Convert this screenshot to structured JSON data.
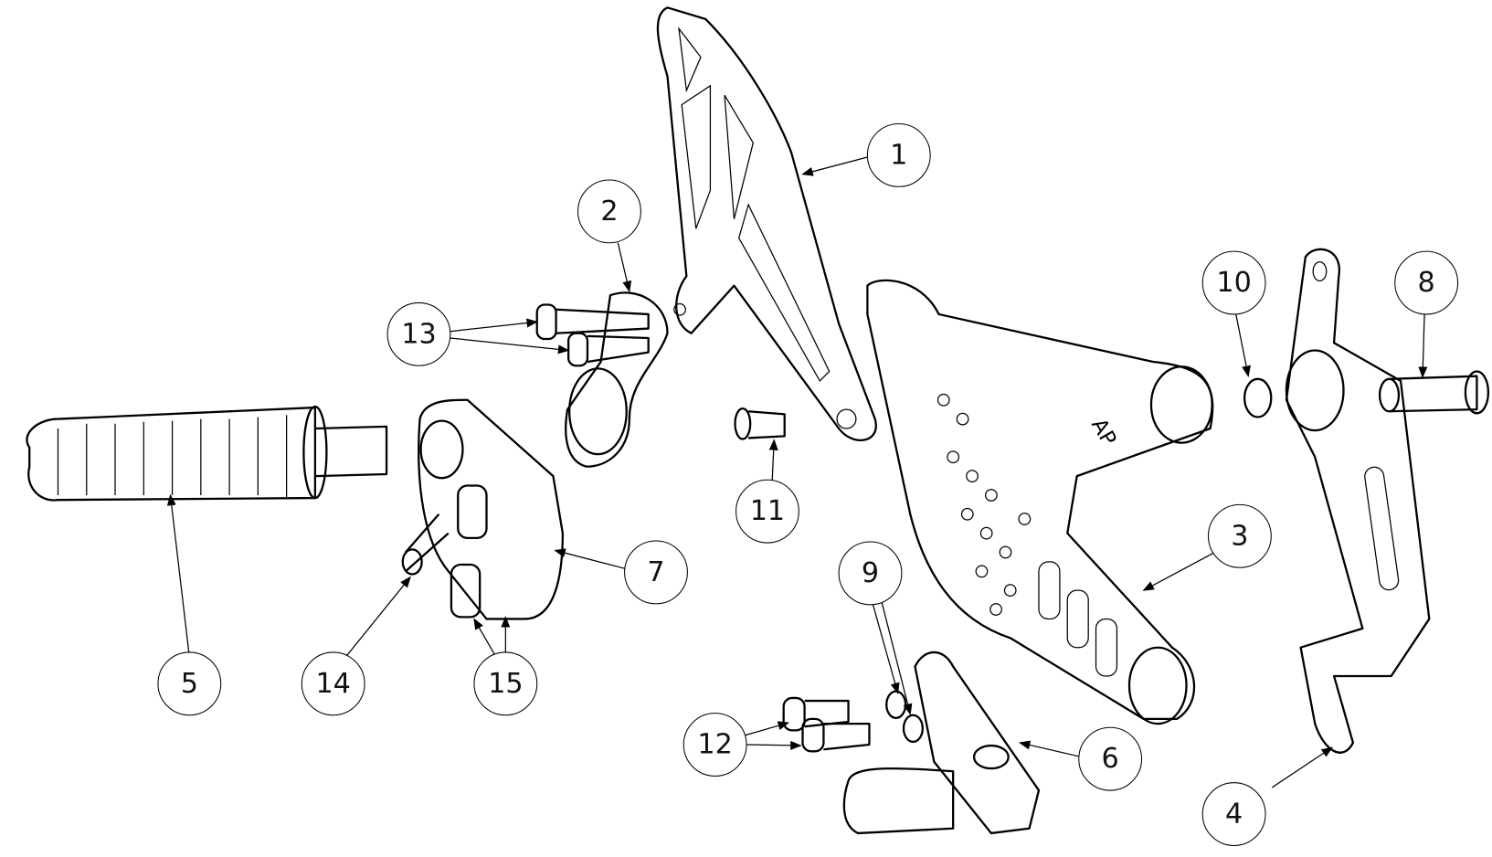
{
  "diagram": {
    "type": "exploded-parts-view",
    "callouts": [
      "1",
      "2",
      "3",
      "4",
      "5",
      "6",
      "7",
      "8",
      "9",
      "10",
      "11",
      "12",
      "13",
      "14",
      "15"
    ],
    "part_marking": "AP"
  }
}
